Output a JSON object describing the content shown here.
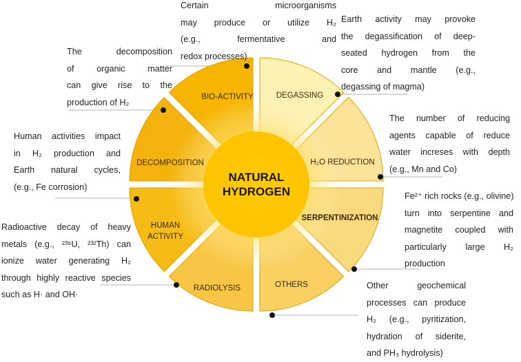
{
  "diagram": {
    "center": {
      "line1": "NATURAL",
      "line2": "HYDROGEN",
      "color": "#FFC400"
    },
    "sectors": [
      {
        "id": "h2o-reduction",
        "label": "H₂O REDUCTION",
        "color": "#FCE398",
        "bold": false,
        "description": [
          "The number of reducing",
          "agents capable of reduce",
          "water increses with depth",
          "(e.g., Mn and Co)"
        ]
      },
      {
        "id": "serpentinization",
        "label": "SERPENTINIZATION",
        "color": "#FBDA7E",
        "bold": true,
        "description": [
          "Fe²⁺ rich rocks (e.g., olivine)",
          "turn into  serpentine and",
          "magnetite coupled with",
          "particularly large H₂",
          "production"
        ]
      },
      {
        "id": "others",
        "label": "OTHERS",
        "color": "#F9D062",
        "bold": false,
        "description": [
          "Other geochemical",
          "processes can produce",
          "H₂ (e.g., pyritization,",
          "hydration of siderite,",
          "and PH₃ hydrolysis)"
        ]
      },
      {
        "id": "radiolysis",
        "label": "RADIOLYSIS",
        "color": "#F8C644",
        "bold": false,
        "description": [
          "Radioactive decay of heavy",
          "metals (e.g., ²³⁵U, ²³²Th) can",
          "ionize water generating H₂",
          "through highly reactive species",
          "such as H· and OH·"
        ]
      },
      {
        "id": "human-activity",
        "label": "HUMAN ACTIVITY",
        "label_lines": [
          "HUMAN",
          "ACTIVITY"
        ],
        "color": "#F6BB14",
        "bold": false,
        "description": [
          "Human activities impact",
          "in H₂ production and",
          "Earth natural cycles,",
          "(e.g., Fe corrosion)"
        ]
      },
      {
        "id": "decomposition",
        "label": "DECOMPOSITION",
        "color": "#F4B30C",
        "bold": false,
        "description": [
          "The decomposition",
          "of organic matter",
          "can give rise to the",
          "production of H₂"
        ]
      },
      {
        "id": "bio-activity",
        "label": "BIO-ACTIVITY",
        "color": "#F6B500",
        "bold": false,
        "description": [
          "Certain microorganisms",
          "may produce or utilize H₂",
          "(e.g., fermentative and",
          "redox processes)"
        ]
      },
      {
        "id": "degassing",
        "label": "DEGASSING",
        "color": "#FEF1B4",
        "bold": false,
        "description": [
          "Earth activity may provoke",
          "the degassification of deep-",
          "seated hydrogen from the",
          "core and mantle (e.g.,",
          "degassing of magma)"
        ]
      }
    ]
  }
}
